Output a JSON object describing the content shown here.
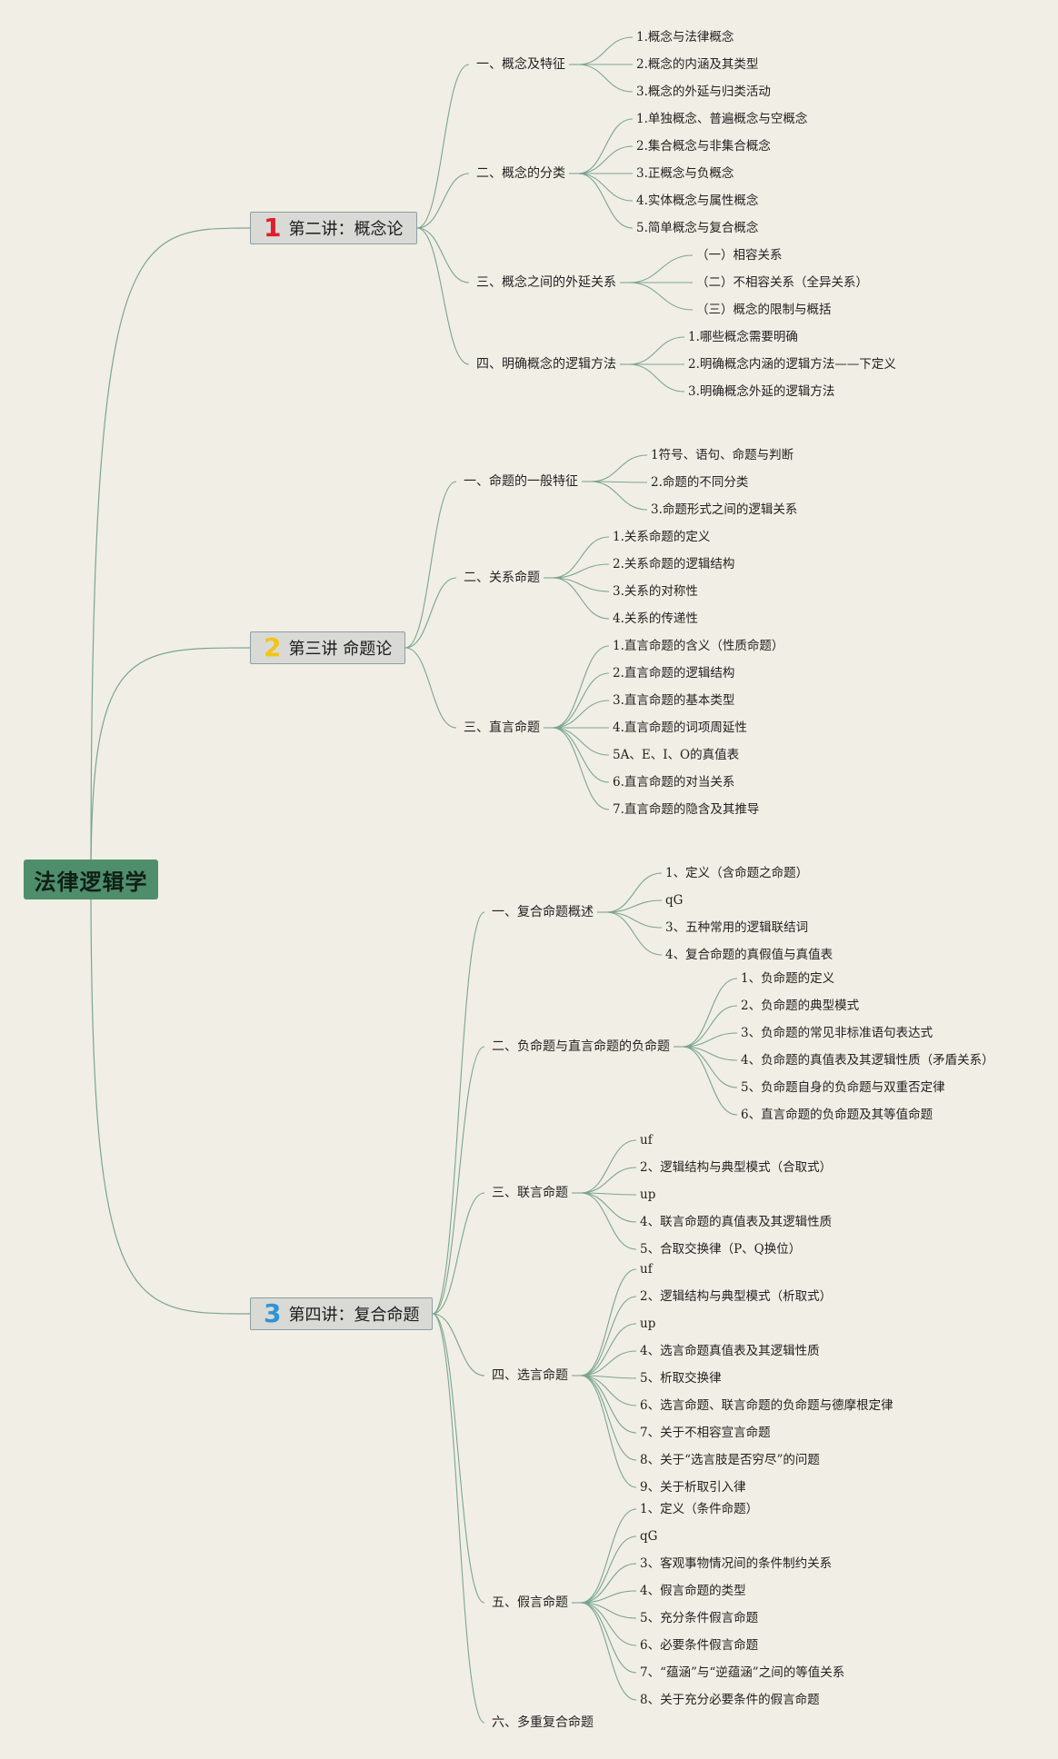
{
  "root": "法律逻辑学",
  "colors": {
    "background": "#f1eee5",
    "root": "#4f8e6c",
    "chapter_box": "#d9dad5",
    "line": "#7aa592",
    "num1": "#e01e2b",
    "num2": "#f3c417",
    "num3": "#2f93d6"
  },
  "chapters": [
    {
      "num": "1",
      "title": "第二讲：概念论",
      "sections": [
        {
          "title": "一、概念及特征",
          "items": [
            "1.概念与法律概念",
            "2.概念的内涵及其类型",
            "3.概念的外延与归类活动"
          ]
        },
        {
          "title": "二、概念的分类",
          "items": [
            "1.单独概念、普遍概念与空概念",
            "2.集合概念与非集合概念",
            "3.正概念与负概念",
            "4.实体概念与属性概念",
            "5.简单概念与复合概念"
          ]
        },
        {
          "title": "三、概念之间的外延关系",
          "items": [
            "（一）相容关系",
            "（二）不相容关系（全异关系）",
            "（三）概念的限制与概括"
          ]
        },
        {
          "title": "四、明确概念的逻辑方法",
          "items": [
            "1.哪些概念需要明确",
            "2.明确概念内涵的逻辑方法——下定义",
            "3.明确概念外延的逻辑方法"
          ]
        }
      ]
    },
    {
      "num": "2",
      "title": "第三讲 命题论",
      "sections": [
        {
          "title": "一、命题的一般特征",
          "items": [
            "1符号、语句、命题与判断",
            "2.命题的不同分类",
            "3.命题形式之间的逻辑关系"
          ]
        },
        {
          "title": "二、关系命题",
          "items": [
            "1.关系命题的定义",
            "2.关系命题的逻辑结构",
            "3.关系的对称性",
            "4.关系的传递性"
          ]
        },
        {
          "title": "三、直言命题",
          "items": [
            "1.直言命题的含义（性质命题）",
            "2.直言命题的逻辑结构",
            "3.直言命题的基本类型",
            "4.直言命题的词项周延性",
            "5A、E、I、O的真值表",
            "6.直言命题的对当关系",
            "7.直言命题的隐含及其推导"
          ]
        }
      ]
    },
    {
      "num": "3",
      "title": "第四讲：复合命题",
      "sections": [
        {
          "title": "一、复合命题概述",
          "items": [
            "1、定义（含命题之命题）",
            "qG",
            "3、五种常用的逻辑联结词",
            "4、复合命题的真假值与真值表"
          ]
        },
        {
          "title": "二、负命题与直言命题的负命题",
          "items": [
            "1、负命题的定义",
            "2、负命题的典型模式",
            "3、负命题的常见非标准语句表达式",
            "4、负命题的真值表及其逻辑性质（矛盾关系）",
            "5、负命题自身的负命题与双重否定律",
            "6、直言命题的负命题及其等值命题"
          ]
        },
        {
          "title": "三、联言命题",
          "items": [
            "uf",
            "2、逻辑结构与典型模式（合取式）",
            "up",
            "4、联言命题的真值表及其逻辑性质",
            "5、合取交换律（P、Q换位）"
          ]
        },
        {
          "title": "四、选言命题",
          "items": [
            "uf",
            "2、逻辑结构与典型模式（析取式）",
            "up",
            "4、选言命题真值表及其逻辑性质",
            "5、析取交换律",
            "6、选言命题、联言命题的负命题与德摩根定律",
            "7、关于不相容宣言命题",
            "8、关于“选言肢是否穷尽”的问题",
            "9、关于析取引入律"
          ]
        },
        {
          "title": "五、假言命题",
          "items": [
            "1、定义（条件命题）",
            "qG",
            "3、客观事物情况间的条件制约关系",
            "4、假言命题的类型",
            "5、充分条件假言命题",
            "6、必要条件假言命题",
            "7、“蕴涵”与“逆蕴涵”之间的等值关系",
            "8、关于充分必要条件的假言命题"
          ]
        },
        {
          "title": "六、多重复合命题",
          "items": []
        }
      ]
    }
  ]
}
